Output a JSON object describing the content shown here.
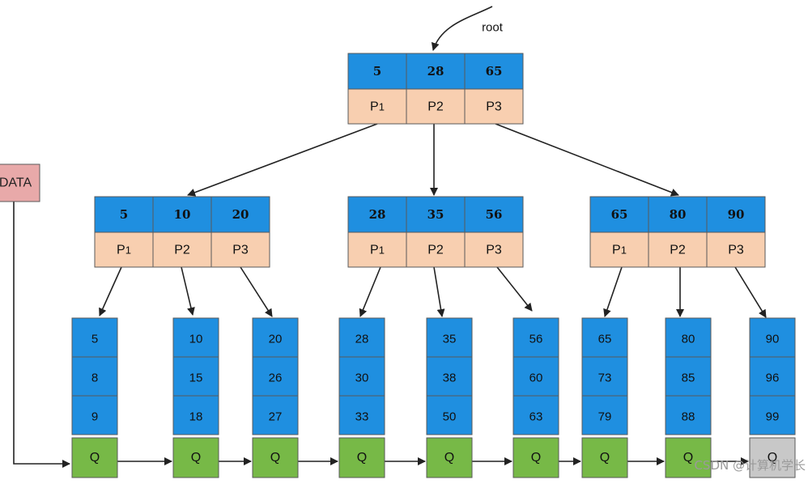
{
  "root_label": "root",
  "data_label": "DATA",
  "watermark": "CSDN @计算机学长",
  "colors": {
    "key_fill": "#1f8fe0",
    "pointer_fill": "#f8cfb0",
    "leaf_fill": "#1f8fe0",
    "q_fill": "#77b947",
    "q_last_fill": "#c8c8c8",
    "data_fill": "#e8a9a9",
    "stroke": "#5a5a5a",
    "arrow": "#222222"
  },
  "root": {
    "keys": [
      "5",
      "28",
      "65"
    ],
    "pointers": [
      "P1",
      "P2",
      "P3"
    ]
  },
  "internal": [
    {
      "keys": [
        "5",
        "10",
        "20"
      ],
      "pointers": [
        "P1",
        "P2",
        "P3"
      ]
    },
    {
      "keys": [
        "28",
        "35",
        "56"
      ],
      "pointers": [
        "P1",
        "P2",
        "P3"
      ]
    },
    {
      "keys": [
        "65",
        "80",
        "90"
      ],
      "pointers": [
        "P1",
        "P2",
        "P3"
      ]
    }
  ],
  "leaves": [
    {
      "values": [
        "5",
        "8",
        "9"
      ],
      "q": "Q"
    },
    {
      "values": [
        "10",
        "15",
        "18"
      ],
      "q": "Q"
    },
    {
      "values": [
        "20",
        "26",
        "27"
      ],
      "q": "Q"
    },
    {
      "values": [
        "28",
        "30",
        "33"
      ],
      "q": "Q"
    },
    {
      "values": [
        "35",
        "38",
        "50"
      ],
      "q": "Q"
    },
    {
      "values": [
        "56",
        "60",
        "63"
      ],
      "q": "Q"
    },
    {
      "values": [
        "65",
        "73",
        "79"
      ],
      "q": "Q"
    },
    {
      "values": [
        "80",
        "85",
        "88"
      ],
      "q": "Q"
    },
    {
      "values": [
        "90",
        "96",
        "99"
      ],
      "q": "Q"
    }
  ]
}
